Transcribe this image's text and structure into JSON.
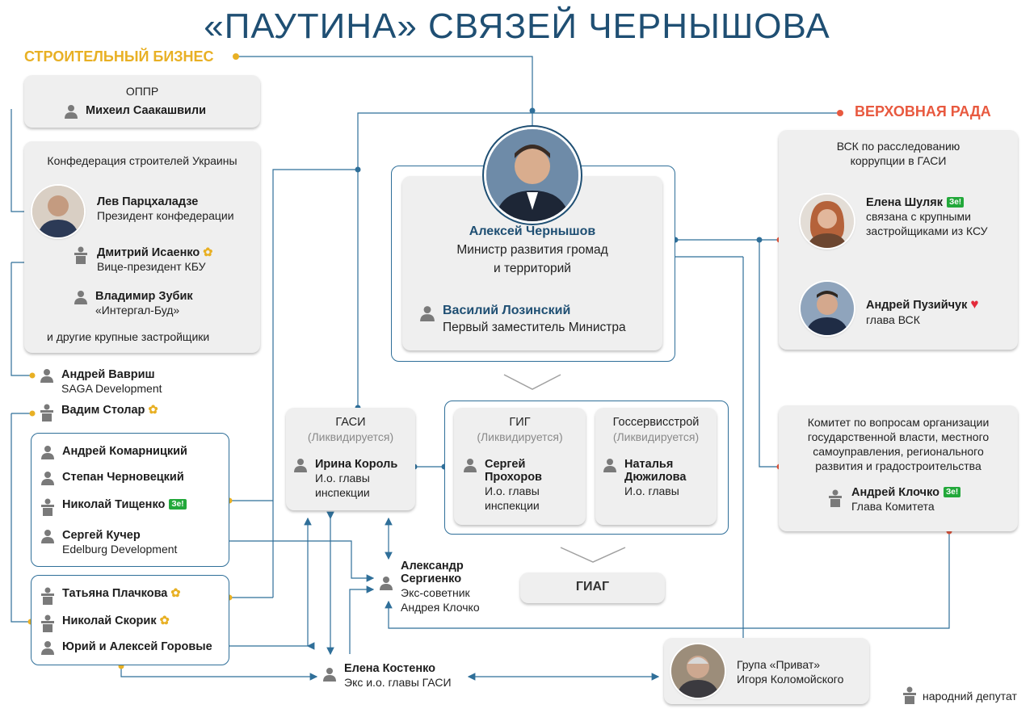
{
  "title": "«ПАУТИНА» СВЯЗЕЙ ЧЕРНЫШОВА",
  "sections": {
    "construction": "СТРОИТЕЛЬНЫЙ БИЗНЕС",
    "rada": "ВЕРХОВНАЯ РАДА"
  },
  "colors": {
    "title": "#1f4f73",
    "construction": "#e8b024",
    "rada": "#e8593f",
    "line": "#2f6f99",
    "box": "#efefef"
  },
  "oppr": {
    "title": "ОППР",
    "person": "Михеил Саакашвили"
  },
  "ksu": {
    "title": "Конфедерация строителей Украины",
    "p1_name": "Лев Парцхаладзе",
    "p1_role": "Президент конфедерации",
    "p2_name": "Дмитрий Исаенко",
    "p2_role": "Вице-президент КБУ",
    "p3_name": "Владимир Зубик",
    "p3_role": "«Интергал-Буд»",
    "footer": "и другие крупные застройщики"
  },
  "vavrysh": {
    "name": "Андрей Вавриш",
    "role": "SAGA Development"
  },
  "stolar": {
    "name": "Вадим Столар"
  },
  "group1": {
    "p1": "Андрей Комарницкий",
    "p2": "Степан Черновецкий",
    "p3": "Николай Тищенко",
    "p4_name": "Сергей Кучер",
    "p4_role": "Edelburg Development"
  },
  "group2": {
    "p1": "Татьяна Плачкова",
    "p2": "Николай Скорик",
    "p3": "Юрий и Алексей Горовые"
  },
  "ministry": {
    "name": "Алексей Чернышов",
    "role_line1": "Министр развития громад",
    "role_line2": "и территорий",
    "deputy_name": "Василий Лозинский",
    "deputy_role": "Первый заместитель Министра"
  },
  "gasi": {
    "title": "ГАСИ",
    "status": "(Ликвидируется)",
    "name": "Ирина Король",
    "role_line1": "И.о. главы",
    "role_line2": "инспекции"
  },
  "gig": {
    "title": "ГИГ",
    "status": "(Ликвидируется)",
    "name_line1": "Сергей",
    "name_line2": "Прохоров",
    "role_line1": "И.о. главы",
    "role_line2": "инспекции"
  },
  "gosserv": {
    "title": "Госсервисстрой",
    "status": "(Ликвидируется)",
    "name_line1": "Наталья",
    "name_line2": "Дюжилова",
    "role": "И.о. главы"
  },
  "giag": {
    "title": "ГИАГ"
  },
  "sergienko": {
    "name_line1": "Александр",
    "name_line2": "Сергиенко",
    "role_line1": "Экс-советник",
    "role_line2": "Андрея Клочко"
  },
  "kostenko": {
    "name": "Елена  Костенко",
    "role": "Экс и.о. главы ГАСИ"
  },
  "privat": {
    "line1": "Група «Приват»",
    "line2": "Игоря Коломойского"
  },
  "vsk": {
    "title_line1": "ВСК по расследованию",
    "title_line2": "коррупции в ГАСИ",
    "p1_name": "Елена Шуляк",
    "p1_role_line1": "связана с крупными",
    "p1_role_line2": "застройщиками из КСУ",
    "p2_name": "Андрей Пузийчук",
    "p2_role": "глава ВСК"
  },
  "committee": {
    "title_line1": "Комитет по вопросам организации",
    "title_line2": "государственной власти, местного",
    "title_line3": "самоуправления, регионального",
    "title_line4": "развития и градостроительства",
    "name": "Андрей Клочко",
    "role": "Глава Комитета"
  },
  "ze_badge": "Зе!",
  "legend": "народний депутат",
  "icons": [
    "person-icon",
    "deputy-icon",
    "sunflower-icon",
    "heart-icon",
    "photo-avatar"
  ]
}
